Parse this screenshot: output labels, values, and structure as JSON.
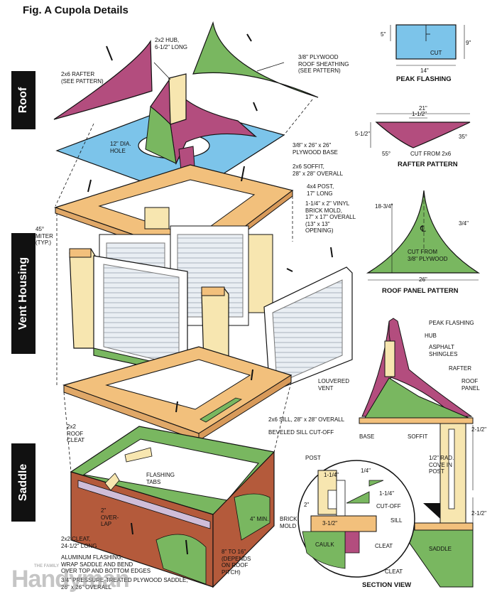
{
  "title": "Fig. A  Cupola Details",
  "sections": {
    "roof": "Roof",
    "vent": "Vent Housing",
    "saddle": "Saddle"
  },
  "watermark": {
    "brand": "Handyman",
    "tagline": "THE FAMILY"
  },
  "labels": {
    "hub": "2x2 HUB,\n6-1/2\" LONG",
    "rafter": "2x6 RAFTER\n(SEE PATTERN)",
    "sheathing": "3/8\" PLYWOOD\nROOF SHEATHING\n(SEE PATTERN)",
    "hole": "12\" DIA.\nHOLE",
    "base": "3/8\" x 26\" x 26\"\nPLYWOOD BASE",
    "soffit": "2x6 SOFFIT,\n28\" x 28\" OVERALL",
    "post": "4x4 POST,\n17\" LONG",
    "brickmold": "1-1/4\" x 2\" VINYL\nBRICK MOLD,\n17\" x 17\" OVERALL\n(13\" x 13\"\nOPENING)",
    "miter": "45°\nMITER\n(TYP.)",
    "louvered": "LOUVERED\nVENT",
    "sill": "2x6 SILL, 28\" x 28\" OVERALL",
    "beveled": "BEVELED SILL CUT-OFF",
    "roofcleat": "2x2\nROOF\nCLEAT",
    "flashtabs": "FLASHING\nTABS",
    "overlap": "2\"\nOVER-\nLAP",
    "fourmin": "4\" MIN.",
    "cleat2": "2x2 CLEAT,\n24-1/2\" LONG",
    "alum": "ALUMINUM FLASHING;\nWRAP SADDLE AND BEND\nOVER TOP AND BOTTOM EDGES",
    "eight": "8\" TO 16\"\n(DEPENDS\nON ROOF\nPITCH)",
    "saddleply": "3/4\" PRESSURE-TREATED PLYWOOD SADDLE,\n26\" x 26\" OVERALL"
  },
  "peak_flashing": {
    "heading": "PEAK FLASHING",
    "left": "5\"",
    "right": "9\"",
    "bottom": "14\"",
    "cut": "CUT"
  },
  "rafter_pattern": {
    "heading": "RAFTER PATTERN",
    "top": "21\"",
    "inner": "1-1/2\"",
    "left": "5-1/2\"",
    "angle_l": "55°",
    "angle_r": "35°",
    "note": "CUT FROM 2x6"
  },
  "roof_panel": {
    "heading": "ROOF PANEL PATTERN",
    "height": "18-3/4\"",
    "edge": "3/4\"",
    "center": "℄",
    "note": "CUT FROM\n3/8\" PLYWOOD",
    "bottom": "26\""
  },
  "section_view": {
    "heading": "SECTION VIEW",
    "peak": "PEAK FLASHING",
    "hub": "HUB",
    "shingles": "ASPHALT\nSHINGLES",
    "rafter": "RAFTER",
    "panel": "ROOF\nPANEL",
    "base": "BASE",
    "soffit": "SOFFIT",
    "dim1": "2-1/2\"",
    "cove": "1/2\" RAD.\nCOVE IN\nPOST",
    "dim2": "2-1/2\"",
    "saddle": "SADDLE",
    "cleat": "CLEAT"
  },
  "detail": {
    "post": "POST",
    "d1": "1-1/4\"",
    "d2": "1/4\"",
    "d3": "1-1/4\"",
    "d4": "2\"",
    "cutoff": "CUT-OFF",
    "sill": "SILL",
    "d5": "3-1/2\"",
    "brick": "BRICK\nMOLD",
    "caulk": "CAULK",
    "cleat": "CLEAT"
  },
  "colors": {
    "pink": "#b34d7e",
    "green": "#79b760",
    "blue": "#7cc4ea",
    "tan": "#f2c07c",
    "cream": "#f7e6b0",
    "brown": "#b45a3b",
    "lav": "#cfbdd8"
  }
}
